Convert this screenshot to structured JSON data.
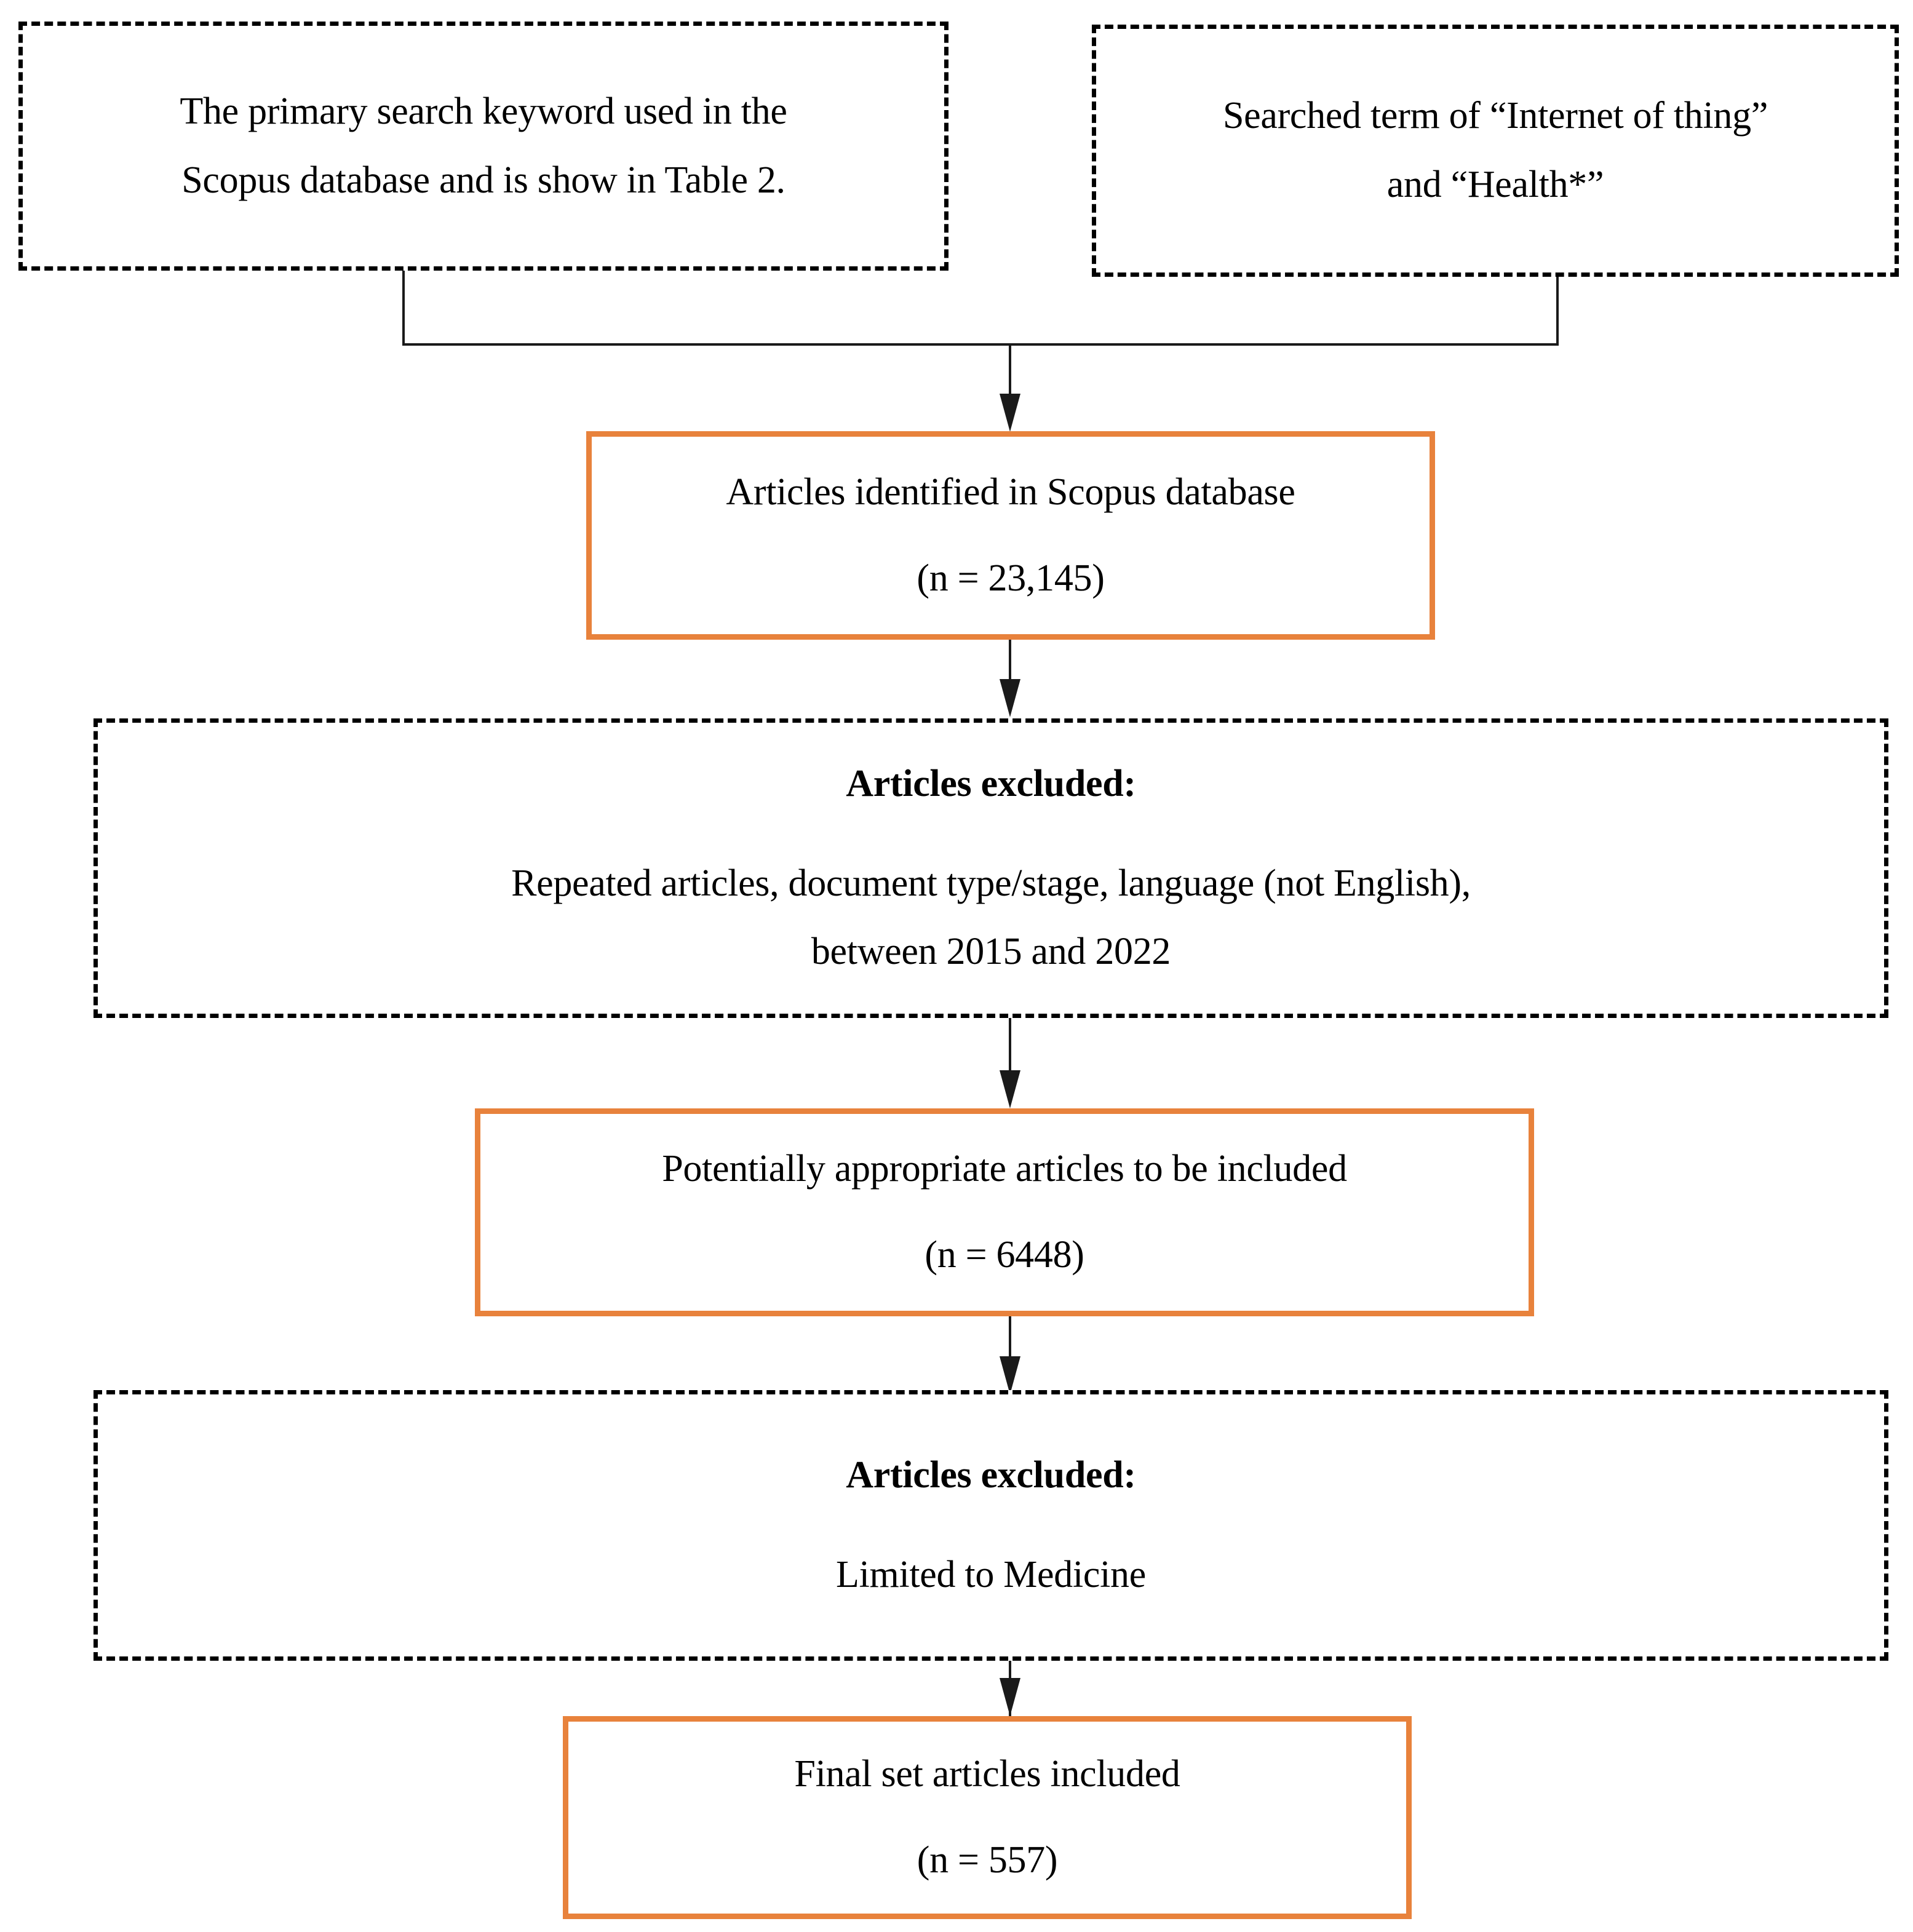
{
  "diagram": {
    "title": "PRISMA-style article selection flowchart",
    "accent_color": "#E8823C",
    "line_color": "#1a1a1a",
    "nodes": {
      "search_keyword": {
        "style": "dashed",
        "line1_a": "The primary ",
        "line1_b": "search keyword",
        "line1_c": " used in the",
        "line2": "Scopus database and is show in Table 2."
      },
      "searched_term": {
        "style": "dashed",
        "line1_a": "Searched term",
        "line1_b": " of “Internet of thing”",
        "line2": "and “Health*”"
      },
      "identified": {
        "style": "solid-orange",
        "line1": "Articles identified in Scopus database",
        "count": "(n = 23,145)"
      },
      "excluded_1": {
        "style": "dashed",
        "heading": "Articles excluded:",
        "line1": "Repeated articles, document type/stage, language (not English),",
        "line2": "between 2015 and 2022"
      },
      "potentially_appropriate": {
        "style": "solid-orange",
        "line1": "Potentially appropriate articles to be included",
        "count": "(n = 6448)"
      },
      "excluded_2": {
        "style": "dashed",
        "heading": "Articles excluded:",
        "line1": "Limited to Medicine"
      },
      "final_set": {
        "style": "solid-orange",
        "line1": "Final set articles included",
        "count": "(n = 557)"
      }
    }
  }
}
